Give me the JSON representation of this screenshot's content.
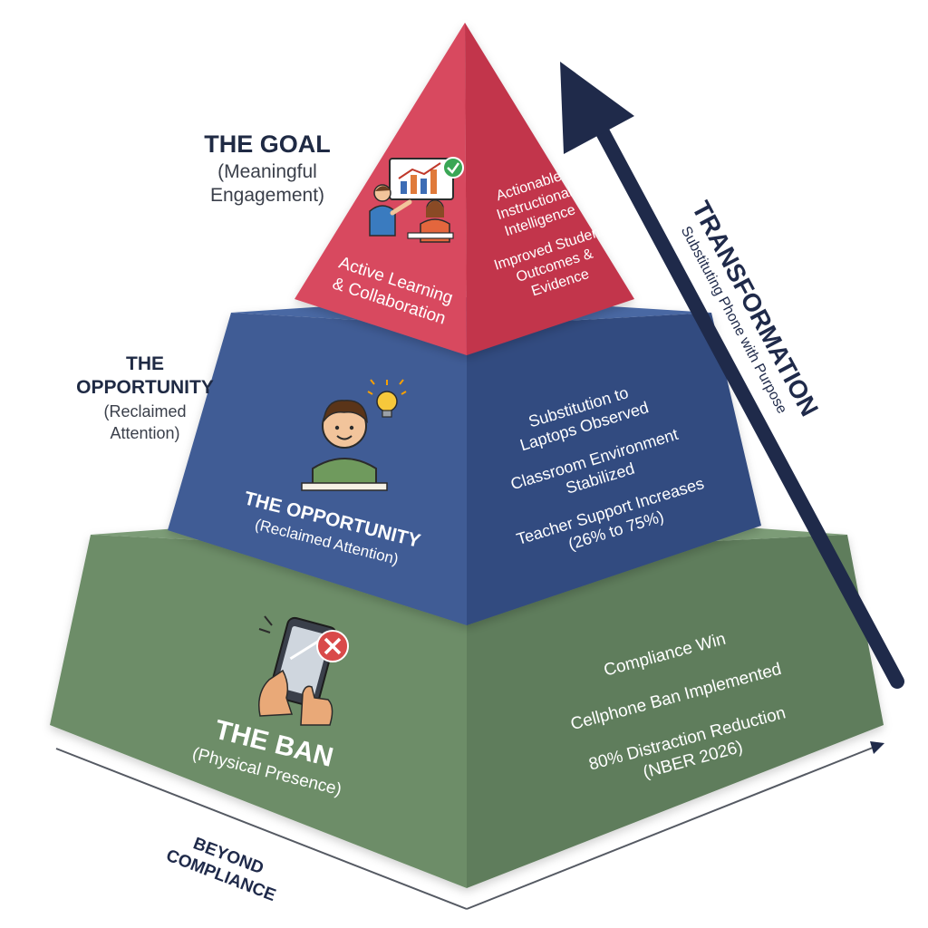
{
  "left_labels": {
    "goal_title": "THE GOAL",
    "goal_sub_1": "(Meaningful",
    "goal_sub_2": "Engagement)",
    "opp_title_1": "THE",
    "opp_title_2": "OPPORTUNITY",
    "opp_sub_1": "(Reclaimed",
    "opp_sub_2": "Attention)"
  },
  "tiers": {
    "goal": {
      "left_face_1": "Active Learning",
      "left_face_2": "& Collaboration",
      "right_face": [
        "Actionable",
        "Instructional",
        "Intelligence",
        "Improved Student",
        "Outcomes &",
        "Evidence"
      ],
      "color_left": "#d8485f",
      "color_right": "#c2344c"
    },
    "opportunity": {
      "title": "THE OPPORTUNITY",
      "sub": "(Reclaimed Attention)",
      "right_face": [
        "Substitution to",
        "Laptops Observed",
        "Classroom Environment",
        "Stabilized",
        "Teacher Support Increases",
        "(26% to 75%)"
      ],
      "color_left": "#3f5b95",
      "color_right": "#324b80"
    },
    "ban": {
      "title": "THE BAN",
      "sub": "(Physical Presence)",
      "right_face": [
        "Compliance Win",
        "Cellphone Ban Implemented",
        "80% Distraction Reduction",
        "(NBER 2026)"
      ],
      "color_left": "#6d8d68",
      "color_right": "#5f7d5b"
    }
  },
  "transformation": {
    "title": "TRANSFORMATION",
    "sub": "Substituting Phone with Purpose",
    "color": "#1f2a4a"
  },
  "bottom_axis": {
    "line_1": "BEYOND",
    "line_2": "COMPLIANCE"
  },
  "icons": [
    "presentation-chart-icon",
    "student-lightbulb-icon",
    "phone-ban-icon"
  ]
}
